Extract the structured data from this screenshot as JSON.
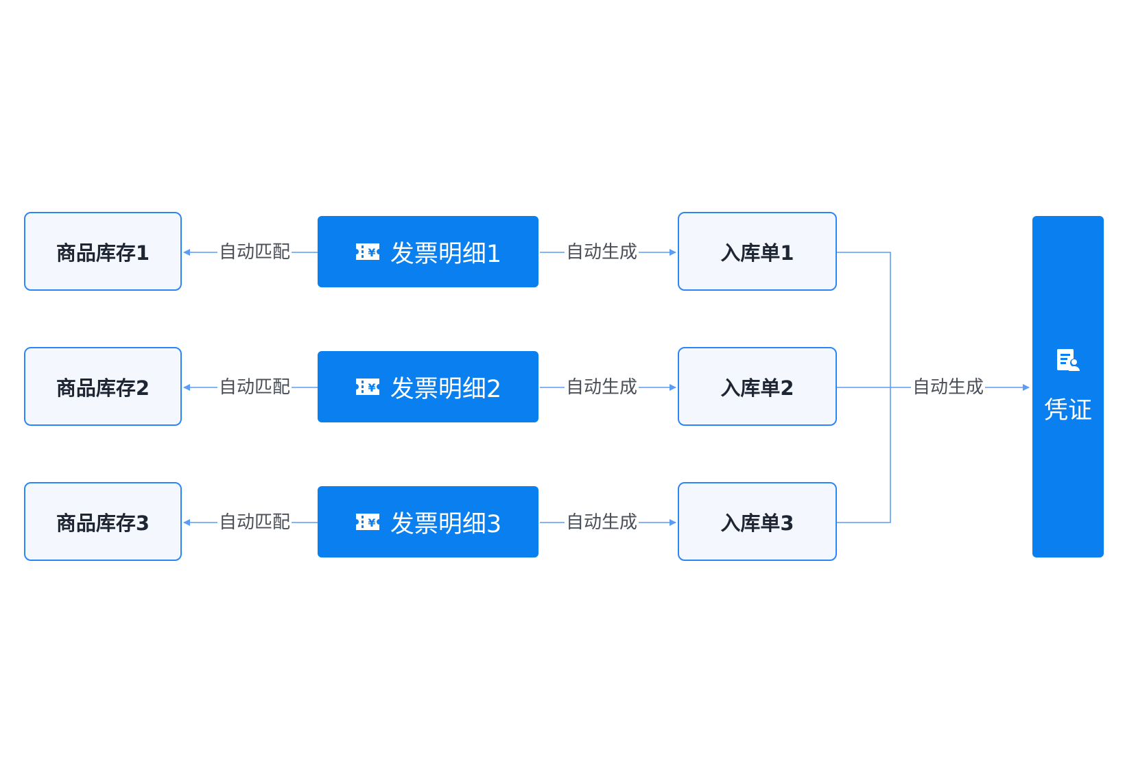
{
  "colors": {
    "accent": "#0a7ff0",
    "light_fill": "#f4f8fe",
    "light_border": "#2b86f5",
    "edge": "#5b9cf5",
    "label_text": "#4a4f57"
  },
  "rows": [
    {
      "inventory": "商品库存1",
      "invoice": "发票明细1",
      "receipt": "入库单1"
    },
    {
      "inventory": "商品库存2",
      "invoice": "发票明细2",
      "receipt": "入库单2"
    },
    {
      "inventory": "商品库存3",
      "invoice": "发票明细3",
      "receipt": "入库单3"
    }
  ],
  "edge_labels": {
    "match": "自动匹配",
    "generate": "自动生成",
    "voucher_generate": "自动生成"
  },
  "voucher": {
    "label": "凭证",
    "icon": "voucher-doc-user-icon"
  },
  "invoice_icon": "invoice-yen-ticket-icon"
}
